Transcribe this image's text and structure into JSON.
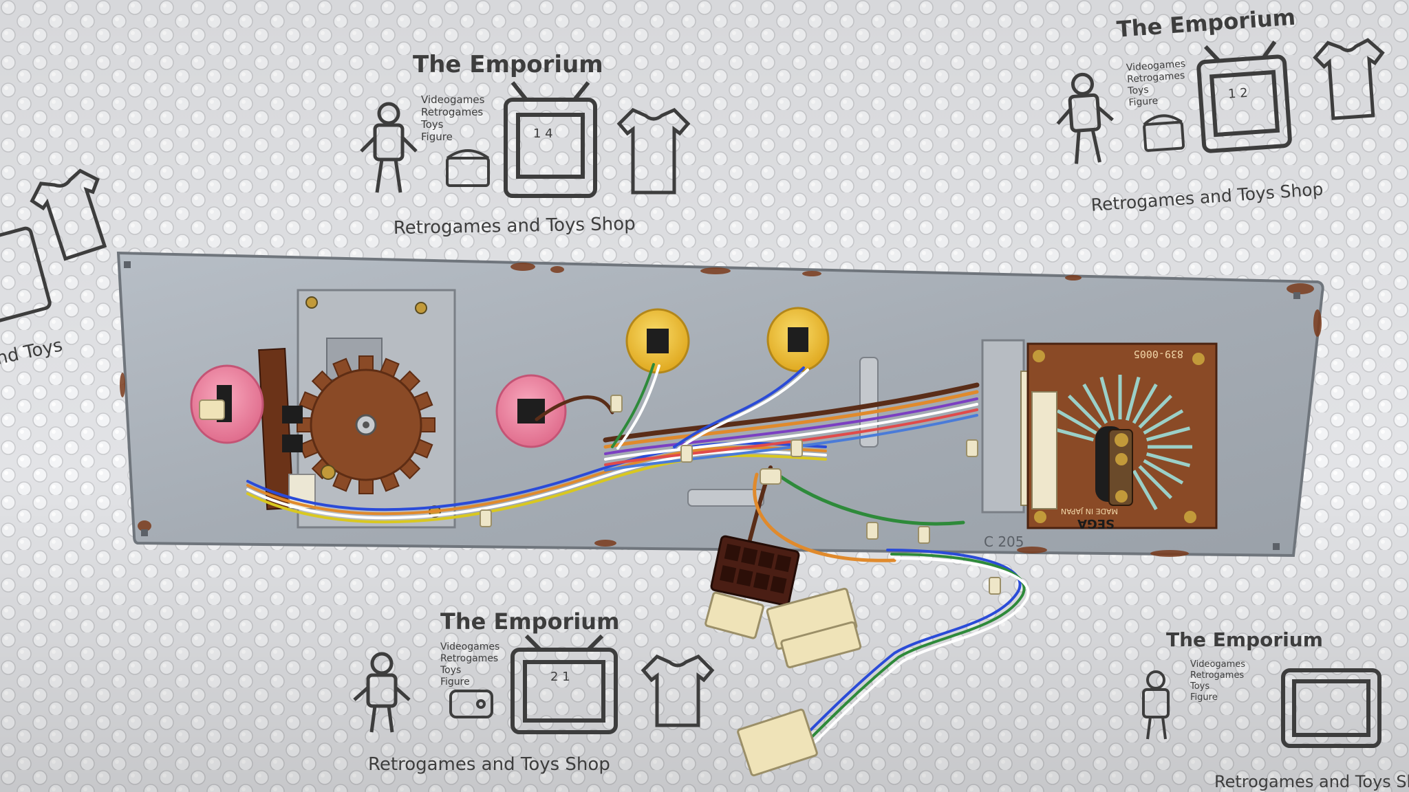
{
  "scene": {
    "description_free": true,
    "colors": {
      "bubble_wrap": "#e6e7ea",
      "panel_metal": "#a9b0b8",
      "rust": "#7a3b1c",
      "button_pink": "#f08aa6",
      "button_yellow": "#f2c83a",
      "pcb_brown": "#6b3318",
      "pcb_copper": "#8a4a26",
      "connector_brown": "#4a1e14",
      "connector_cream": "#efe3b8",
      "watermark_ink": "#3d3d3d"
    }
  },
  "watermarks": [
    {
      "title": "The Emporium",
      "subtitle": "Retrogames and Toys Shop",
      "menu": [
        "Videogames",
        "Retrogames",
        "Toys",
        "Figure"
      ],
      "screen": "1   4"
    },
    {
      "title": "The Emporium",
      "subtitle": "Retrogames and Toys Shop",
      "menu": [
        "Videogames",
        "Retrogames",
        "Toys",
        "Figure"
      ],
      "screen": "1   2"
    },
    {
      "title": "The Emporium",
      "subtitle": "Retrogames and Toys Shop",
      "menu": [
        "Videogames",
        "Retrogames",
        "Toys",
        "Figure"
      ],
      "screen": "2   1"
    },
    {
      "title": "The Emporium",
      "subtitle": "Retrogames and Toys Shop",
      "menu": [
        "Videogames",
        "Retrogames",
        "Toys",
        "Figure"
      ],
      "screen": ""
    }
  ],
  "pcb": {
    "part_number": "839-0005",
    "maker_text": "SEGA",
    "origin_text": "MADE IN JAPAN"
  },
  "panel": {
    "stamp": "C 205"
  },
  "edge_text": "nd Toys"
}
